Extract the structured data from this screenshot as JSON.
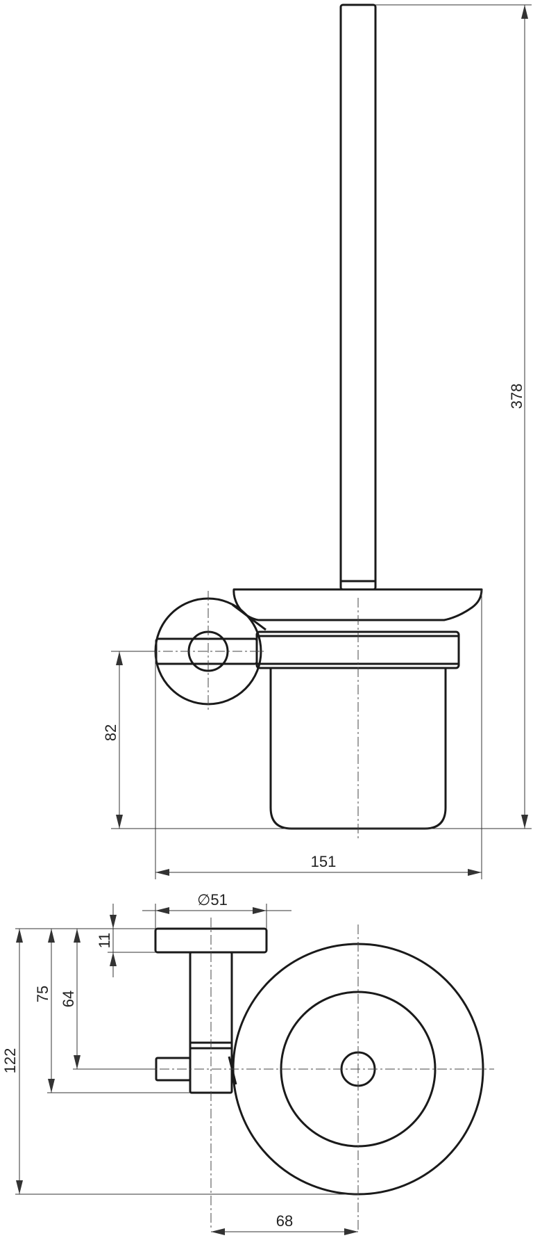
{
  "dimensions": {
    "overall_height": "378",
    "mount_height": "82",
    "overall_width": "151",
    "base_diameter": "∅51",
    "base_thickness": "11",
    "wall_to_axis_75": "75",
    "wall_to_axis_64": "64",
    "overall_depth": "122",
    "axis_offset": "68"
  },
  "icons": {
    "diameter_symbol": "diameter-icon"
  }
}
